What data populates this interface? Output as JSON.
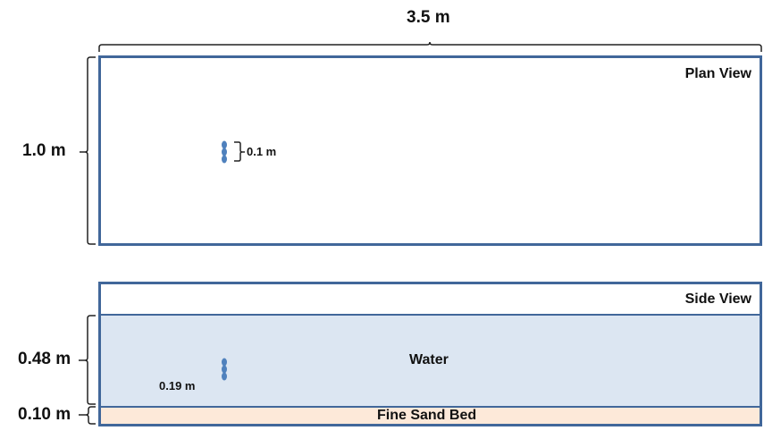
{
  "diagram": {
    "overall_length_label": "3.5 m",
    "plan_view": {
      "title": "Plan View",
      "width_label": "1.0 m",
      "sensor_spacing_label": "0.1 m"
    },
    "side_view": {
      "title": "Side View",
      "water_label": "Water",
      "water_depth_label": "0.48 m",
      "sand_label": "Fine Sand Bed",
      "sand_depth_label": "0.10 m",
      "sensor_height_label": "0.19 m"
    },
    "colors": {
      "frame": "#41679a",
      "water": "#dce6f2",
      "sand": "#fde9d9",
      "sensor": "#4f81bd",
      "brace": "#222222"
    }
  }
}
